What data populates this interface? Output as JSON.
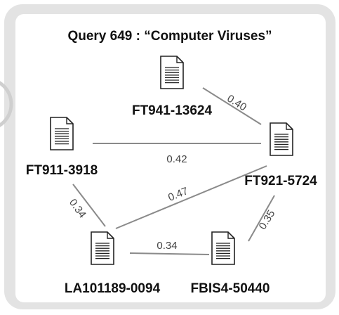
{
  "title": "Query  649 : “Computer Viruses”",
  "colors": {
    "frame": "#e3e3e3",
    "panel": "#ffffff",
    "edge": "#8a8a8a",
    "text": "#111111",
    "doc_stroke": "#222222"
  },
  "nodes": [
    {
      "id": "n1",
      "label": "FT941-13624"
    },
    {
      "id": "n2",
      "label": "FT911-3918"
    },
    {
      "id": "n3",
      "label": "FT921-5724"
    },
    {
      "id": "n4",
      "label": "LA101189-0094"
    },
    {
      "id": "n5",
      "label": "FBIS4-50440"
    }
  ],
  "edges": [
    {
      "id": "e1",
      "from": "n1",
      "to": "n3",
      "weight": "0.40"
    },
    {
      "id": "e2",
      "from": "n2",
      "to": "n3",
      "weight": "0.42"
    },
    {
      "id": "e3",
      "from": "n4",
      "to": "n3",
      "weight": "0.47"
    },
    {
      "id": "e4",
      "from": "n2",
      "to": "n4",
      "weight": "0.34"
    },
    {
      "id": "e5",
      "from": "n5",
      "to": "n3",
      "weight": "0.35"
    },
    {
      "id": "e6",
      "from": "n4",
      "to": "n5",
      "weight": "0.34"
    }
  ]
}
